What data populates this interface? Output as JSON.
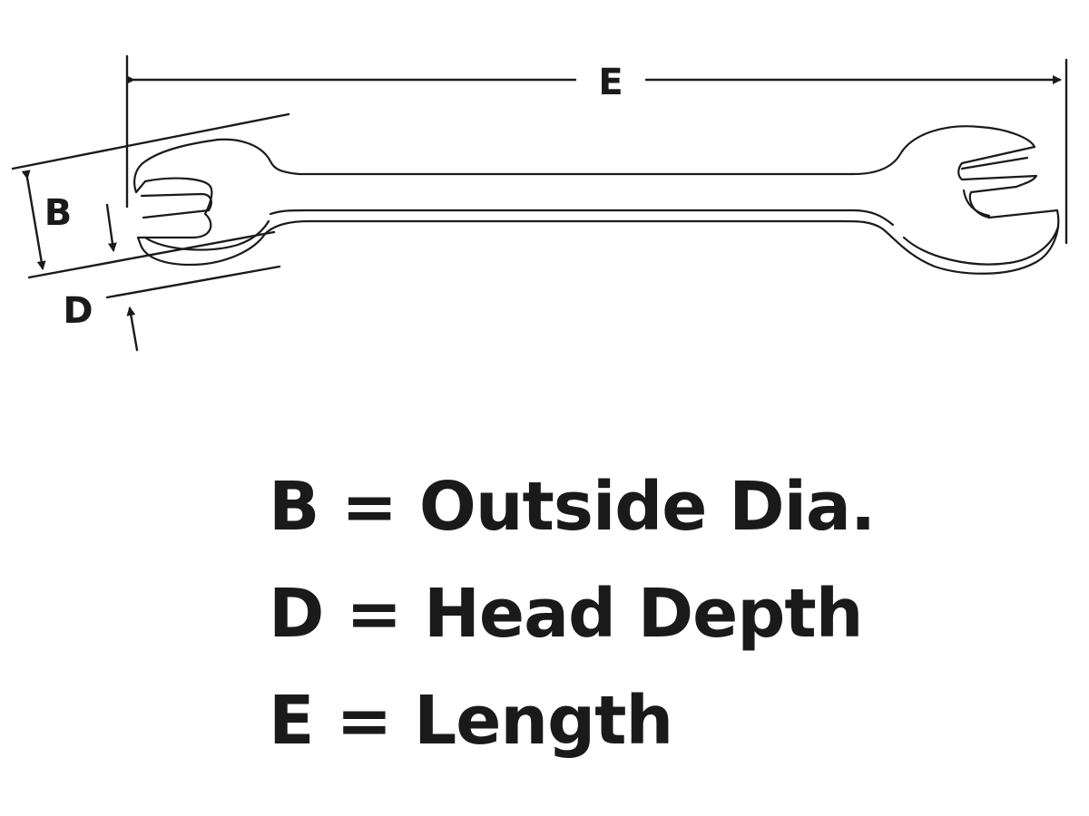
{
  "dimensions": {
    "b_label": "B",
    "d_label": "D",
    "e_label": "E"
  },
  "legend": [
    {
      "text": "B = Outside Dia."
    },
    {
      "text": "D = Head Depth"
    },
    {
      "text": "E = Length"
    }
  ],
  "colors": {
    "ink": "#1a1a1a",
    "background": "#ffffff"
  }
}
